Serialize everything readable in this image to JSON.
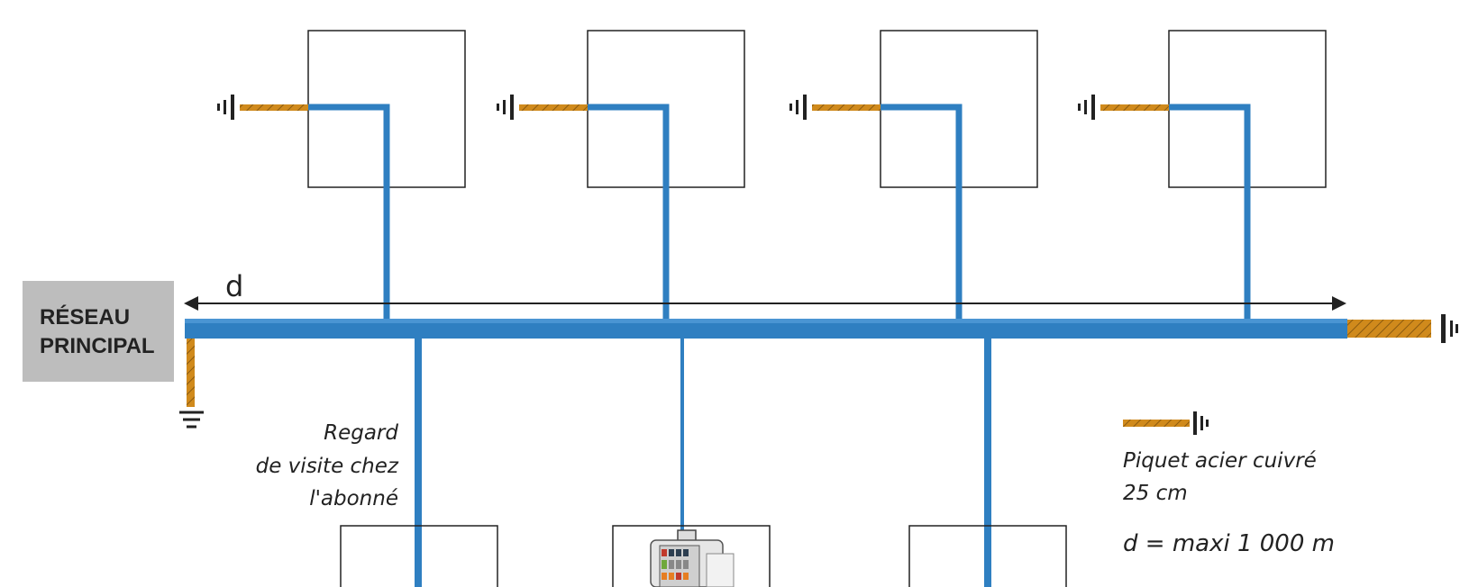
{
  "network": {
    "main_label_line1": "RÉSEAU",
    "main_label_line2": "PRINCIPAL",
    "distance_symbol": "d"
  },
  "annotations": {
    "manhole_line1": "Regard",
    "manhole_line2": "de visite chez",
    "manhole_line3": "l'abonné"
  },
  "legend": {
    "stake_line1": "Piquet acier cuivré",
    "stake_line2": "25 cm",
    "distance_rule": "d = maxi 1 000 m"
  },
  "colors": {
    "pipe": "#2f7fc1",
    "copper_stake": "#d08a1c",
    "box_border": "#222222",
    "label_bg": "#bdbdbd"
  }
}
